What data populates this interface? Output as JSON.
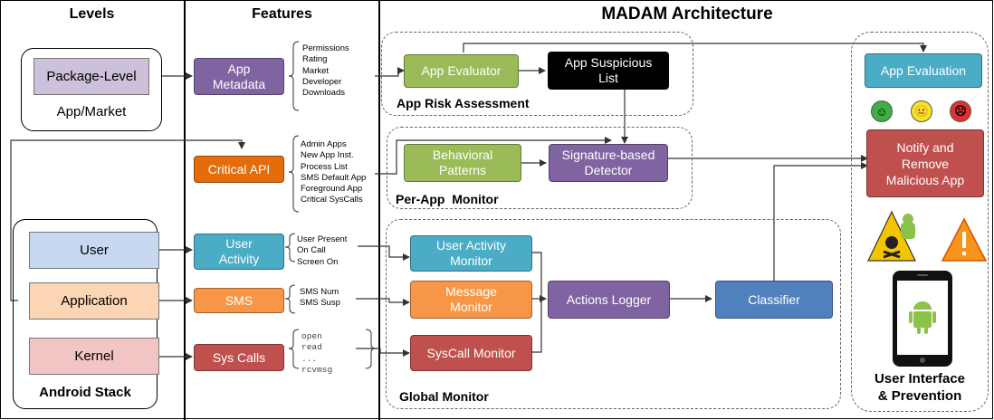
{
  "columns": {
    "levels": "Levels",
    "features": "Features",
    "architecture": "MADAM Architecture"
  },
  "levels": {
    "package_level": "Package-Level",
    "app_market": "App/Market",
    "user": "User",
    "application": "Application",
    "kernel": "Kernel",
    "android_stack": "Android Stack"
  },
  "features": {
    "app_metadata": "App\nMetadata",
    "critical_api": "Critical API",
    "user_activity": "User\nActivity",
    "sms": "SMS",
    "sys_calls": "Sys Calls",
    "metadata_list": "Permissions\nRating\nMarket\nDeveloper\nDownloads",
    "api_list": "Admin Apps\nNew App Inst.\nProcess List\nSMS Default App\nForeground App\nCritical SysCalls",
    "activity_list": "User Present\nOn Call\nScreen On",
    "sms_list": "SMS Num\nSMS Susp",
    "syscall_list": "open\nread\n...\nrcvmsg"
  },
  "architecture": {
    "app_evaluator": "App Evaluator",
    "app_suspicious_list": "App Suspicious\nList",
    "app_risk_assessment": "App Risk Assessment",
    "behavioral_patterns": "Behavioral\nPatterns",
    "signature_detector": "Signature-based\nDetector",
    "per_app_monitor": "Per-App  Monitor",
    "user_activity_monitor": "User Activity\nMonitor",
    "message_monitor": "Message\nMonitor",
    "syscall_monitor": "SysCall Monitor",
    "actions_logger": "Actions Logger",
    "classifier": "Classifier",
    "global_monitor": "Global Monitor"
  },
  "ui": {
    "app_evaluation": "App Evaluation",
    "notify_remove": "Notify and\nRemove\nMalicious App",
    "label": "User Interface\n& Prevention"
  },
  "colors": {
    "purple": "#8064a2",
    "orange": "#e46c0a",
    "teal": "#4bacc6",
    "salmon": "#f79646",
    "red": "#c0504d",
    "green": "#9bbb59",
    "blue": "#4f81bd",
    "black": "#000000",
    "lavender": "#ccc0da",
    "lightblue": "#c6d9f1",
    "peach": "#fcd5b5",
    "pink": "#f2c4c4"
  }
}
